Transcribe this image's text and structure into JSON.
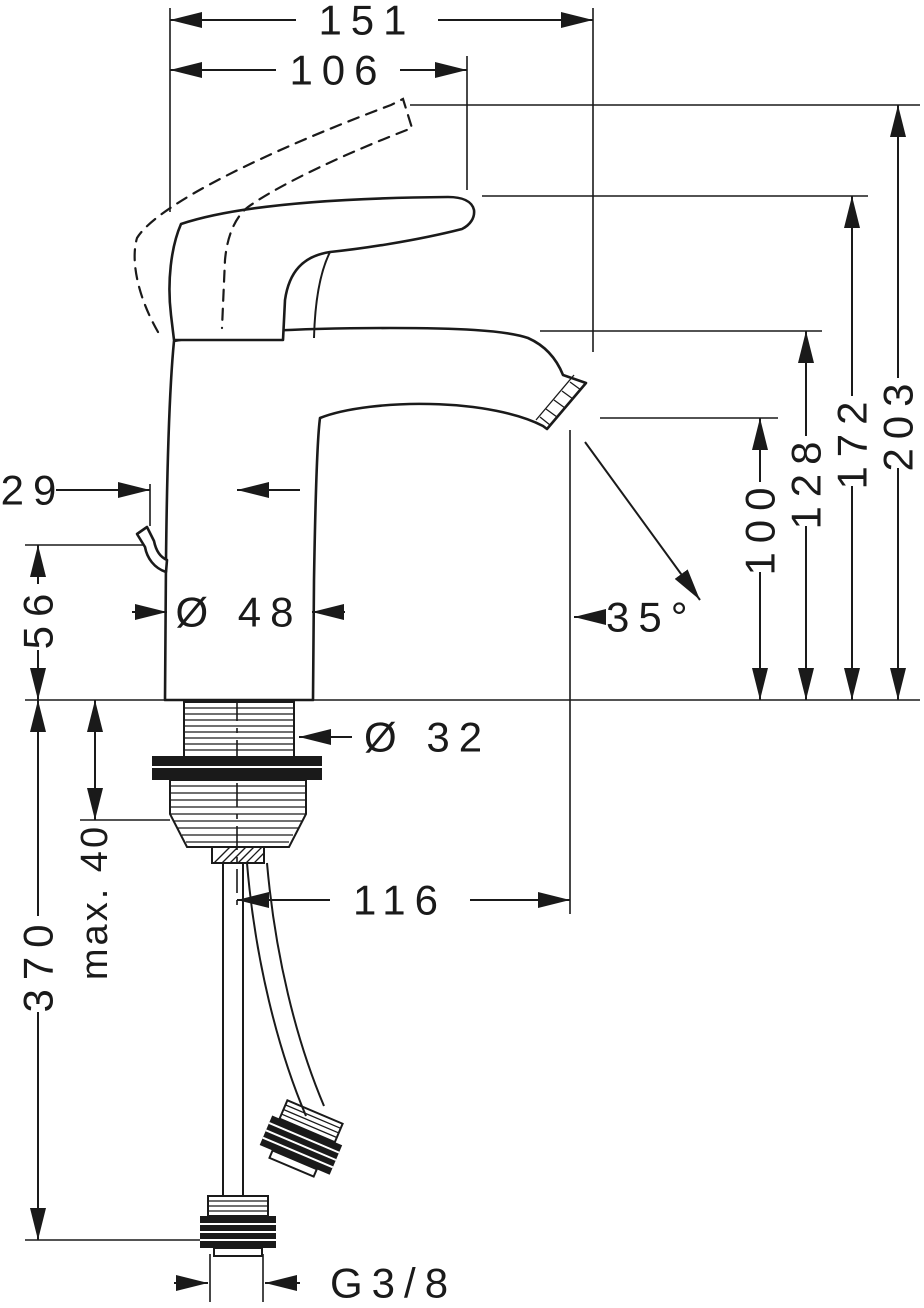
{
  "drawing": {
    "type": "faucet-installation-dimension-drawing",
    "dims": {
      "d151": "151",
      "d106": "106",
      "d203": "203",
      "d172": "172",
      "d128": "128",
      "d100": "100",
      "d116": "116",
      "d56": "56",
      "d370": "370",
      "d29": "29",
      "dia48": "Ø 48",
      "dia32": "Ø 32",
      "angle35": "35°",
      "max40": "max. 40",
      "thread_g38": "G3/8"
    },
    "colors": {
      "line": "#1a1a1a",
      "background": "#ffffff"
    }
  }
}
